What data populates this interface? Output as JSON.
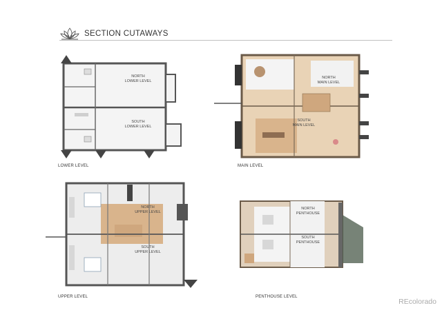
{
  "header": {
    "title": "SECTION CUTAWAYS",
    "logo_icon": "lotus-logo-icon"
  },
  "plans": [
    {
      "id": "lower",
      "caption": "LOWER LEVEL",
      "rooms": [
        {
          "line1": "NORTH",
          "line2": "LOWER LEVEL"
        },
        {
          "line1": "SOUTH",
          "line2": "LOWER LEVEL"
        }
      ]
    },
    {
      "id": "main",
      "caption": "MAIN LEVEL",
      "rooms": [
        {
          "line1": "NORTH",
          "line2": "MAIN LEVEL"
        },
        {
          "line1": "SOUTH",
          "line2": "MAIN LEVEL"
        }
      ]
    },
    {
      "id": "upper",
      "caption": "UPPER LEVEL",
      "rooms": [
        {
          "line1": "NORTH",
          "line2": "UPPER LEVEL"
        },
        {
          "line1": "SOUTH",
          "line2": "UPPER LEVEL"
        }
      ]
    },
    {
      "id": "penthouse",
      "caption": "PENTHOUSE LEVEL",
      "rooms": [
        {
          "line1": "NORTH",
          "line2": "PENTHOUSE"
        },
        {
          "line1": "SOUTH",
          "line2": "PENTHOUSE"
        }
      ]
    }
  ],
  "watermark": "REcolorado",
  "colors": {
    "wall": "#3a3a3a",
    "floor_white": "#f4f4f4",
    "floor_wood": "#d9b48c",
    "rule": "#bfbfbf"
  }
}
